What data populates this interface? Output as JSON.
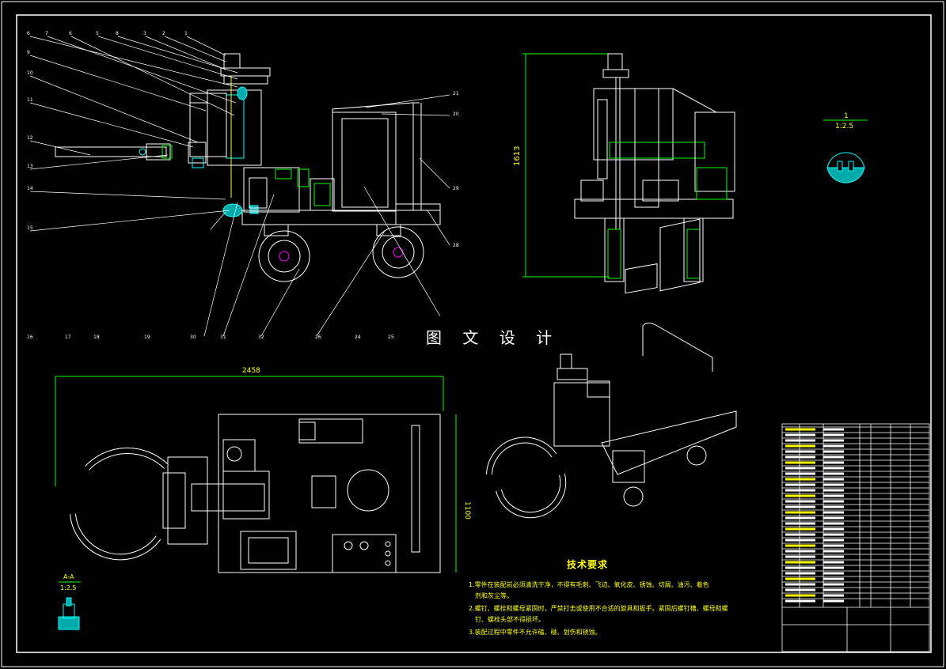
{
  "watermark": "图 文 设 计",
  "notes": {
    "title": "技术要求",
    "lines": [
      "1.零件在装配前必须清洗干净，不得有毛刺、飞边、氧化皮、锈蚀、切屑、油污、着色",
      "剂和灰尘等。",
      "2.螺钉、螺栓和螺母紧固时，严禁打击或使用不合适的旋具和扳手。紧固后螺钉槽、螺母和螺",
      "钉、螺栓头部不得损坏。",
      "3.装配过程中零件不允许磕、碰、划伤和锈蚀。"
    ]
  },
  "dims": {
    "height": "1613",
    "length": "2458",
    "width": "1100"
  },
  "section_views": {
    "detail_label": "1",
    "detail_scale": "1:2.5",
    "aa_label": "A-A",
    "aa_scale": "1:2.5"
  },
  "callouts_top": [
    "6",
    "7",
    "6",
    "5",
    "8",
    "3",
    "2",
    "1",
    "9",
    "10",
    "11",
    "12",
    "13",
    "14",
    "15"
  ],
  "callouts_right": [
    "21",
    "20",
    "29",
    "28"
  ],
  "callouts_bottom": [
    "30",
    "31",
    "32",
    "26"
  ],
  "callouts_plan": [
    "16",
    "17",
    "18",
    "19",
    "24",
    "25"
  ],
  "colors": {
    "line": "#ffffff",
    "green": "#00ff00",
    "cyan": "#00ffff",
    "yellow": "#ffff00",
    "magenta": "#ff00ff"
  }
}
